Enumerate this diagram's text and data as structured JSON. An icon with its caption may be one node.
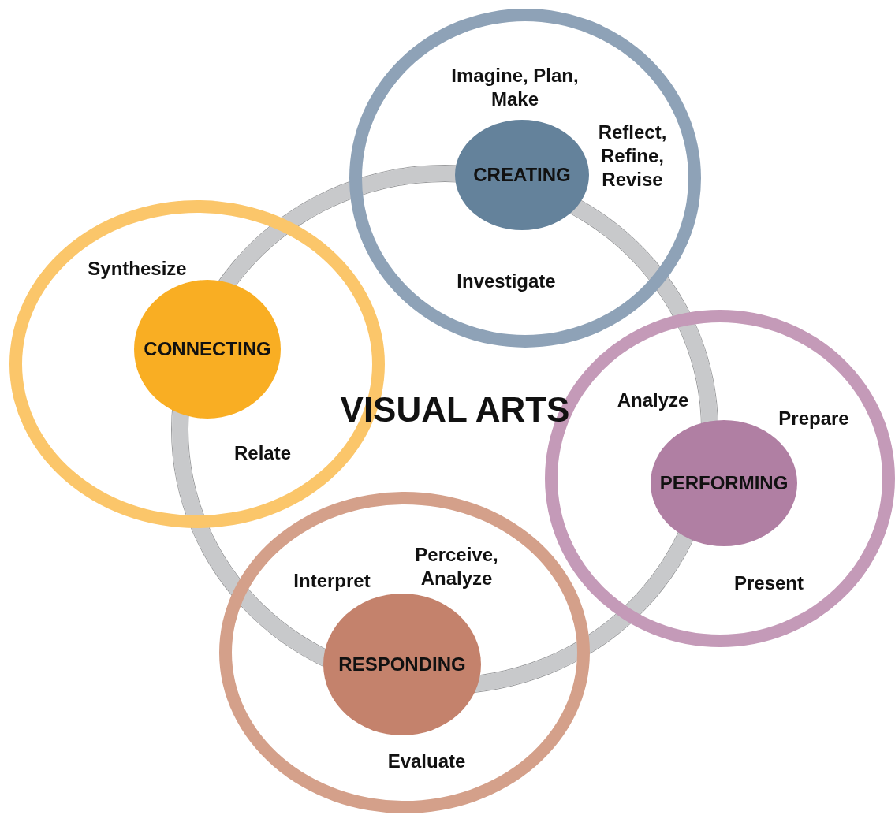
{
  "diagram": {
    "nodes": [
      {
        "text": [
          "VISUAL ARTS"
        ]
      },
      {
        "text": [
          "Imagine, Plan, Make",
          "Reflect, Refine, Revise",
          "Investigate"
        ]
      },
      {
        "text": [
          "CREATING"
        ],
        "in": 1
      },
      {
        "text": [
          "Synthesize",
          "Relate"
        ]
      },
      {
        "text": [
          "CONNECTING"
        ],
        "in": 3
      },
      {
        "text": [
          "Analyze",
          "Prepare",
          "Present"
        ]
      },
      {
        "text": [
          "PERFORMING"
        ],
        "in": 5
      },
      {
        "text": [
          "Interpret",
          "Perceive, Analyze",
          "Evaluate"
        ]
      },
      {
        "text": [
          "RESPONDING"
        ],
        "in": 7
      }
    ],
    "edges": []
  }
}
